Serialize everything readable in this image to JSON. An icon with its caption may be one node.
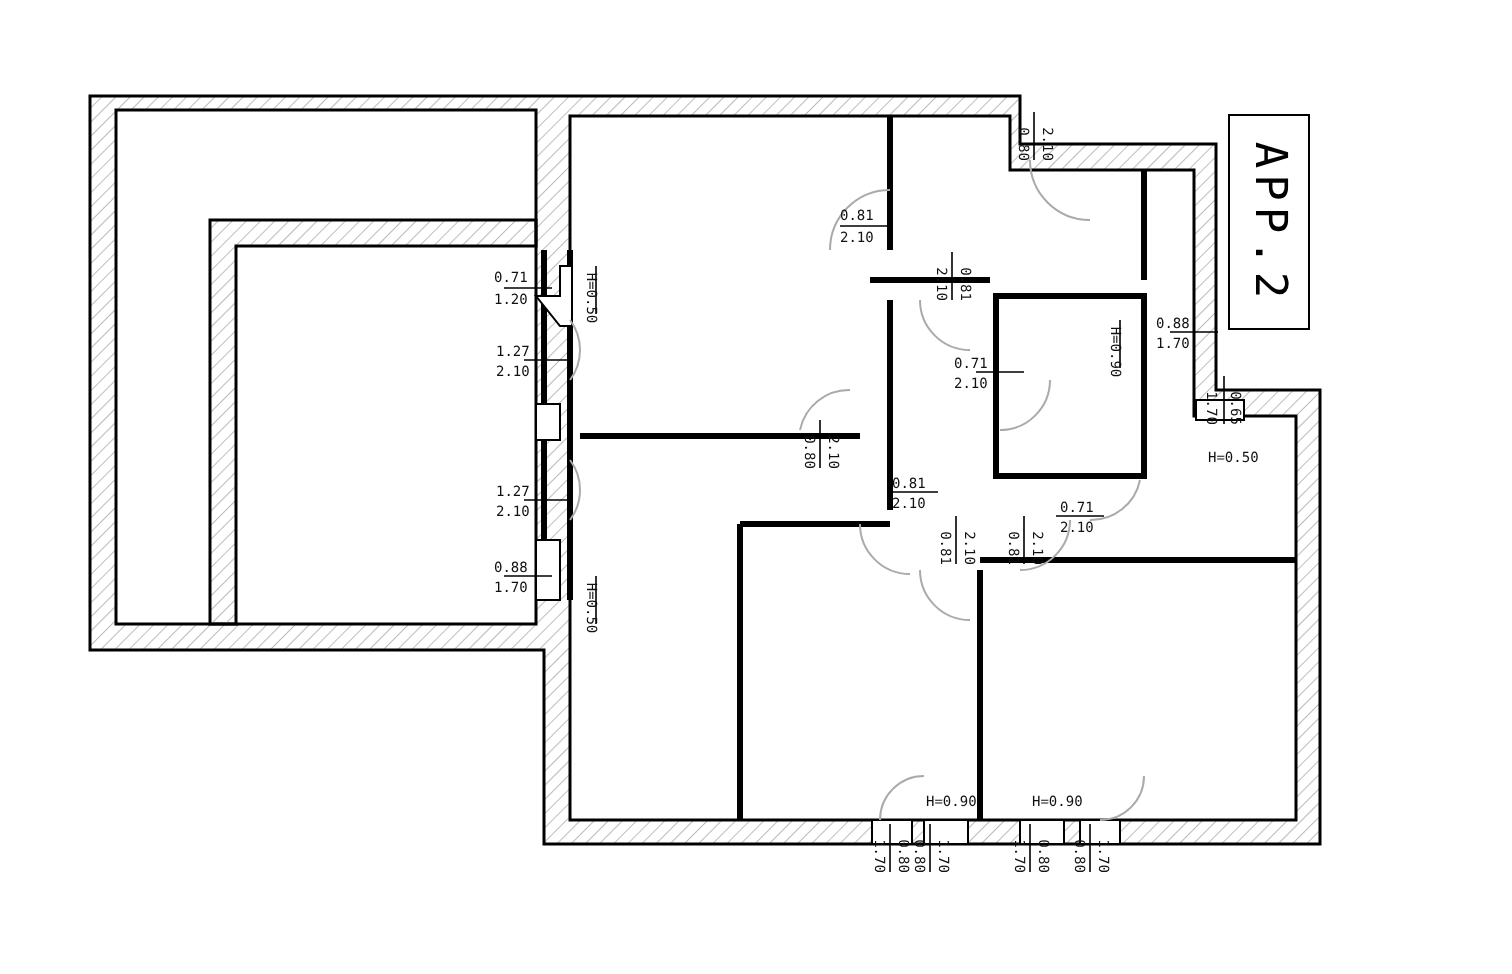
{
  "diagram": {
    "nodes": [
      {
        "text": [
          "APP.2"
        ]
      }
    ],
    "labels": [
      "0.80",
      "2.10",
      "0.81",
      "2.10",
      "0.71",
      "1.20",
      "H=0.50",
      "2.10",
      "0.81",
      "H=0.90",
      "0.88",
      "1.70",
      "1.27",
      "2.10",
      "0.71",
      "2.10",
      "1.70",
      "0.65",
      "H=0.50",
      "0.80",
      "2.10",
      "0.81",
      "2.10",
      "1.27",
      "2.10",
      "0.71",
      "2.10",
      "0.81",
      "2.10",
      "0.81",
      "2.10",
      "0.88",
      "1.70",
      "H=0.50",
      "H=0.90",
      "H=0.90",
      "1.70",
      "0.80",
      "0.80",
      "1.70",
      "1.70",
      "0.80",
      "0.80",
      "1.70"
    ]
  }
}
